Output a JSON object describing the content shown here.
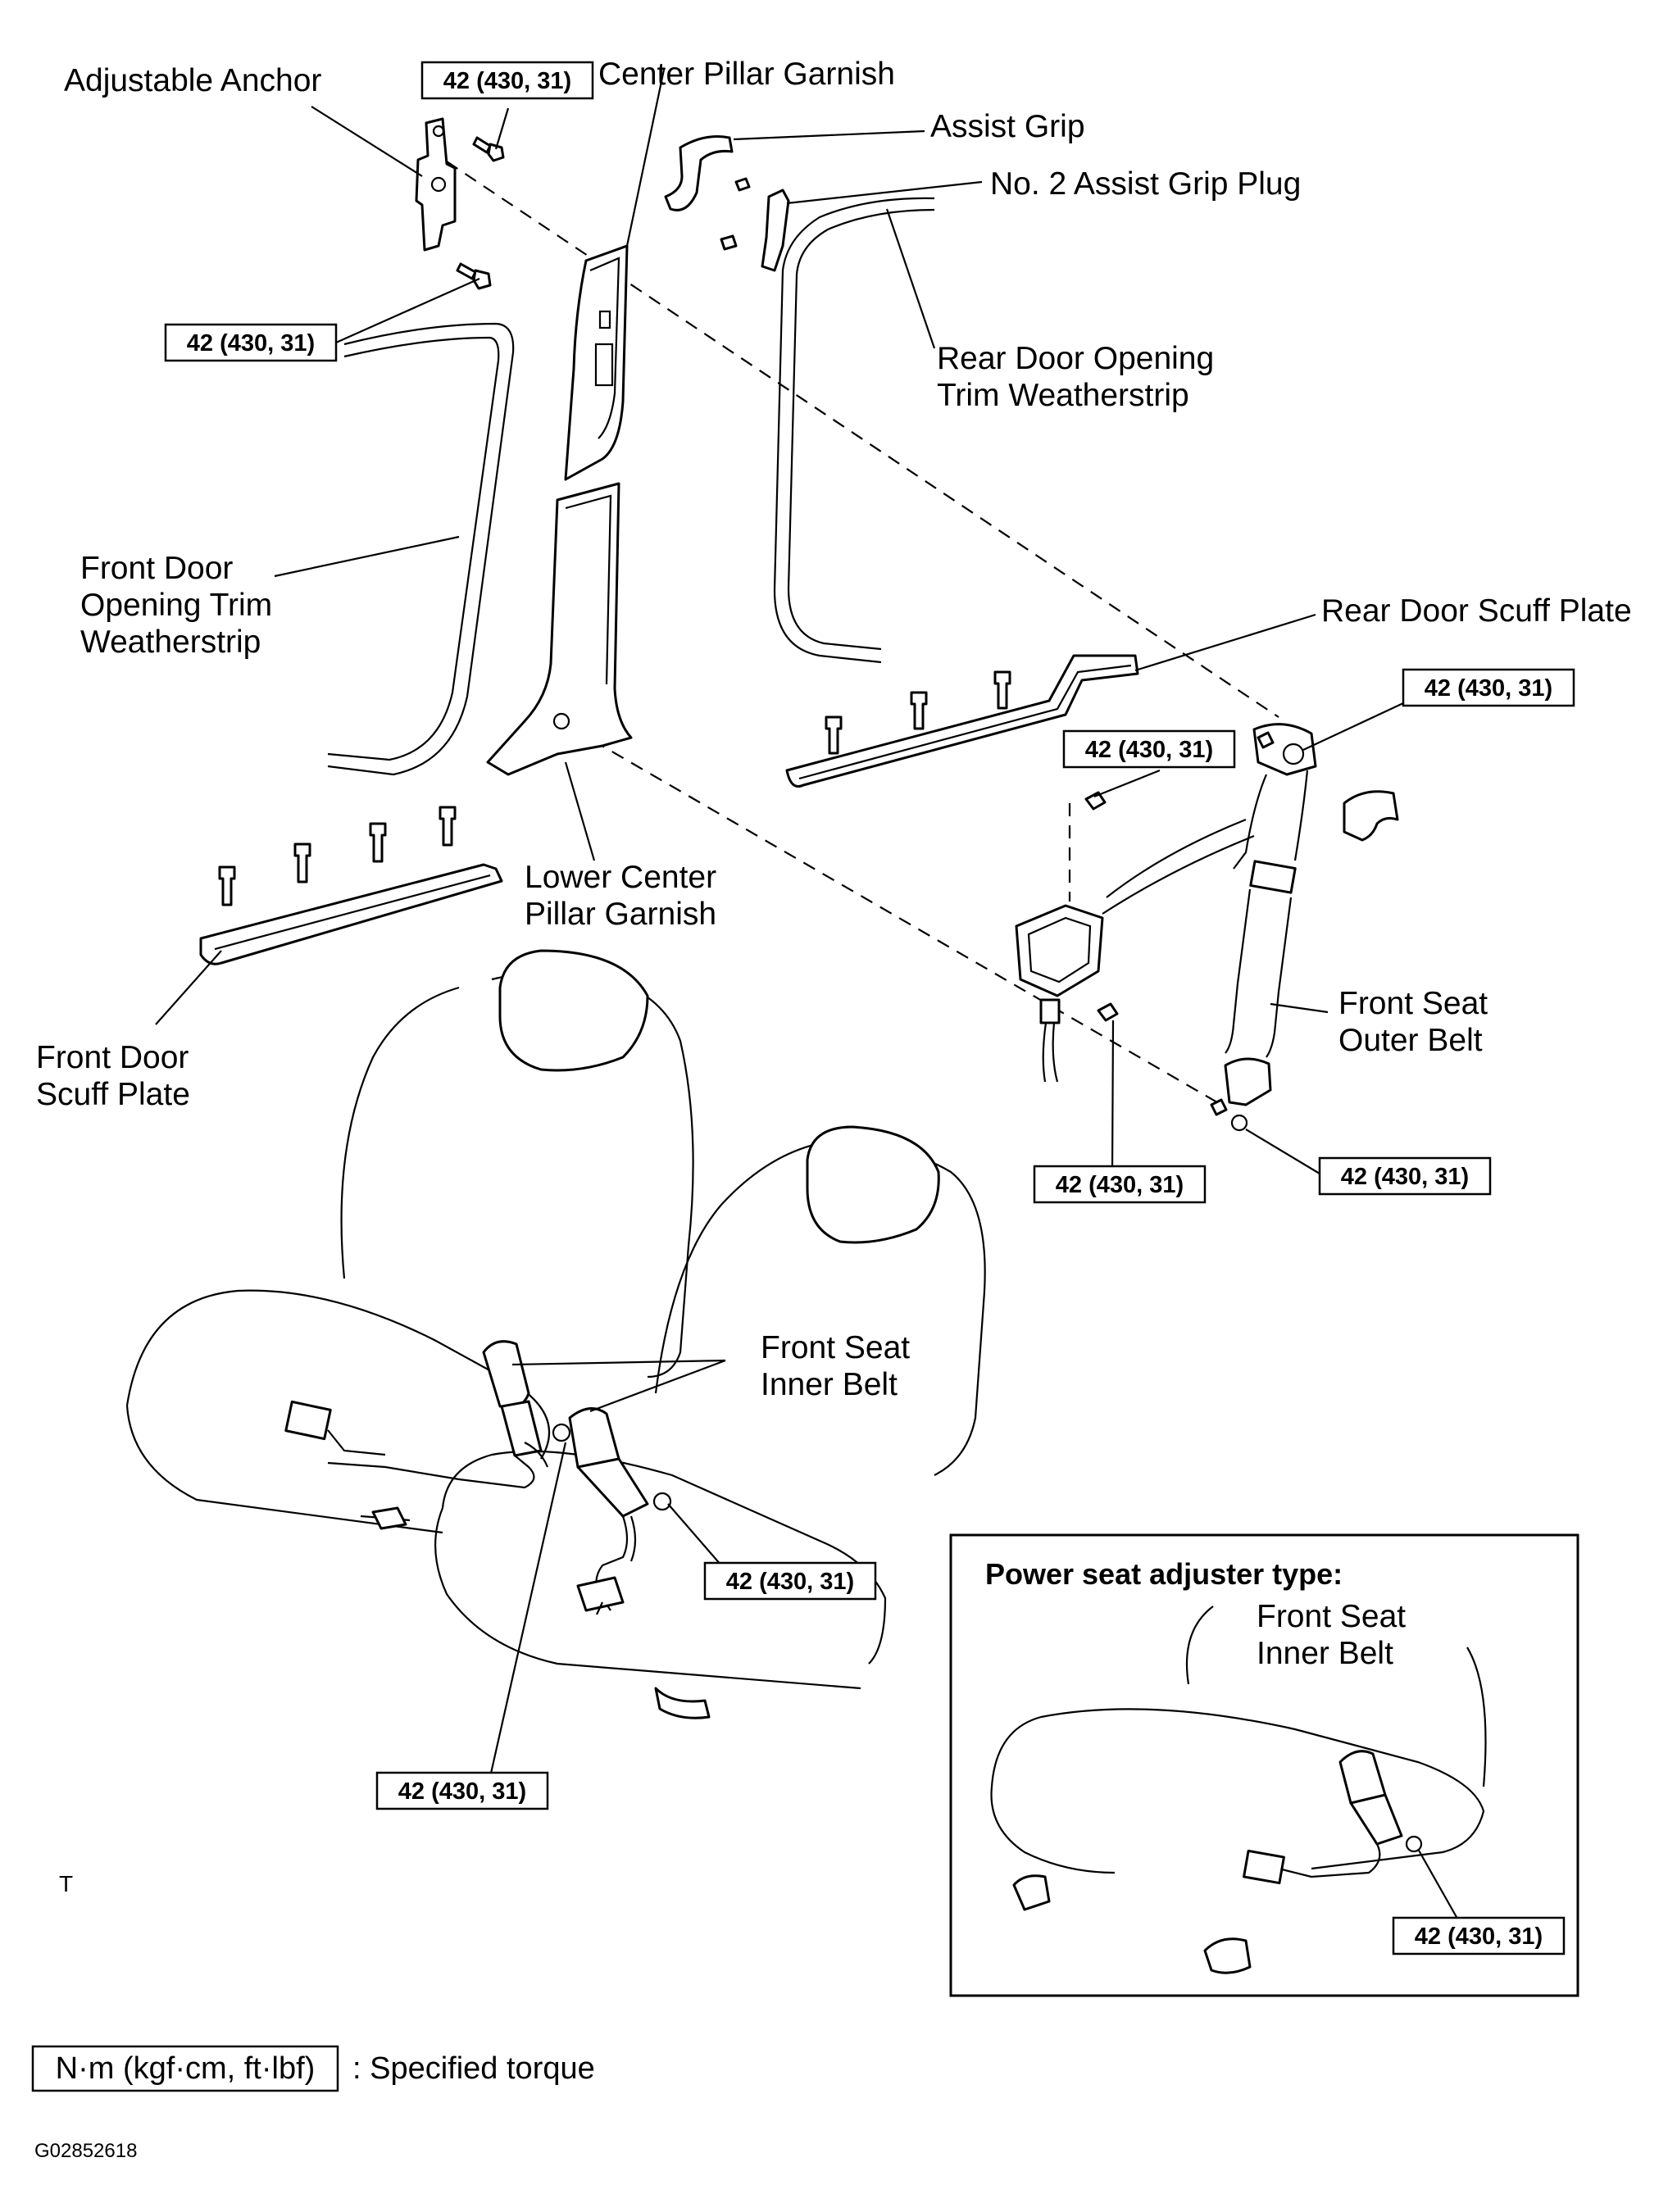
{
  "labels": {
    "adjustable_anchor": "Adjustable Anchor",
    "center_pillar_garnish": "Center Pillar Garnish",
    "assist_grip": "Assist Grip",
    "no2_assist_grip_plug": "No. 2 Assist Grip Plug",
    "rear_door_opening_trim_weatherstrip": [
      "Rear Door Opening",
      "Trim Weatherstrip"
    ],
    "front_door_opening_trim_weatherstrip": [
      "Front Door",
      "Opening Trim",
      "Weatherstrip"
    ],
    "rear_door_scuff_plate": "Rear Door Scuff Plate",
    "lower_center_pillar_garnish": [
      "Lower Center",
      "Pillar Garnish"
    ],
    "front_door_scuff_plate": [
      "Front Door",
      "Scuff Plate"
    ],
    "front_seat_outer_belt": [
      "Front Seat",
      "Outer Belt"
    ],
    "front_seat_inner_belt": [
      "Front Seat",
      "Inner Belt"
    ]
  },
  "torque_value": "42 (430, 31)",
  "inset": {
    "title": "Power seat adjuster type:",
    "part_label": [
      "Front Seat",
      "Inner Belt"
    ],
    "torque": "42 (430, 31)"
  },
  "legend": {
    "unit_box": "N·m (kgf·cm, ft·lbf)",
    "description": ": Specified torque"
  },
  "corner_mark": "T",
  "figure_id": "G02852618"
}
